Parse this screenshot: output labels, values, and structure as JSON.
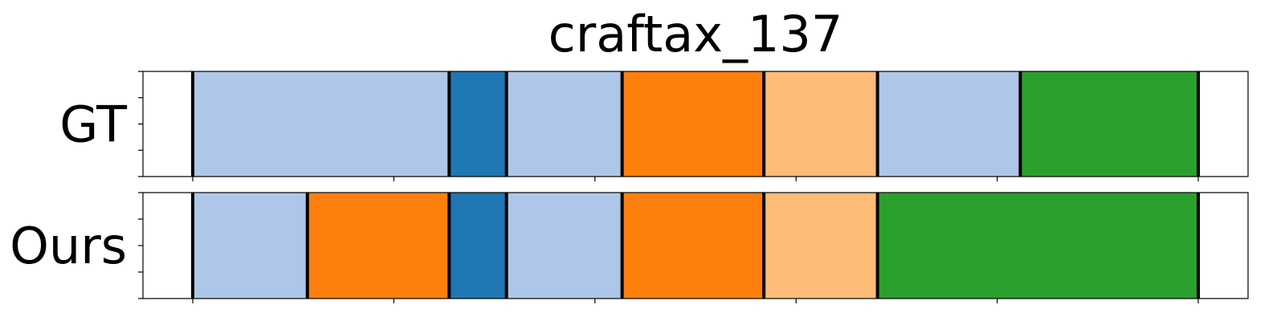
{
  "chart_data": {
    "type": "segmentation-timeline",
    "title": "craftax_137",
    "x_range": [
      0,
      100
    ],
    "rows": [
      {
        "label": "GT",
        "segments": [
          {
            "start": 0.0,
            "end": 25.5,
            "color": "#aec7e8"
          },
          {
            "start": 25.5,
            "end": 31.2,
            "color": "#1f77b4"
          },
          {
            "start": 31.2,
            "end": 42.7,
            "color": "#aec7e8"
          },
          {
            "start": 42.7,
            "end": 56.8,
            "color": "#ff7f0e"
          },
          {
            "start": 56.8,
            "end": 68.1,
            "color": "#ffbb78"
          },
          {
            "start": 68.1,
            "end": 82.3,
            "color": "#aec7e8"
          },
          {
            "start": 82.3,
            "end": 100.0,
            "color": "#2ca02c"
          }
        ]
      },
      {
        "label": "Ours",
        "segments": [
          {
            "start": 0.0,
            "end": 11.4,
            "color": "#aec7e8"
          },
          {
            "start": 11.4,
            "end": 25.5,
            "color": "#ff7f0e"
          },
          {
            "start": 25.5,
            "end": 31.2,
            "color": "#1f77b4"
          },
          {
            "start": 31.2,
            "end": 42.7,
            "color": "#aec7e8"
          },
          {
            "start": 42.7,
            "end": 56.8,
            "color": "#ff7f0e"
          },
          {
            "start": 56.8,
            "end": 68.1,
            "color": "#ffbb78"
          },
          {
            "start": 68.1,
            "end": 100.0,
            "color": "#2ca02c"
          }
        ]
      }
    ],
    "grid": false,
    "x_tick_labels": false,
    "y_tick_labels": false
  }
}
